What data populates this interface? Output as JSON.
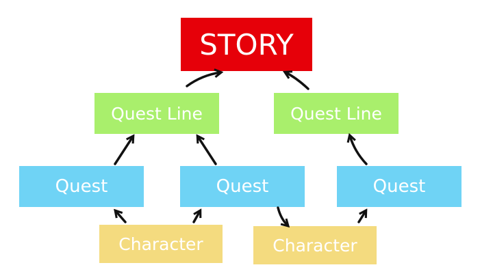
{
  "diagram": {
    "story": {
      "label": "STORY"
    },
    "quest_lines": [
      {
        "label": "Quest Line"
      },
      {
        "label": "Quest Line"
      }
    ],
    "quests": [
      {
        "label": "Quest"
      },
      {
        "label": "Quest"
      },
      {
        "label": "Quest"
      }
    ],
    "characters": [
      {
        "label": "Character"
      },
      {
        "label": "Character"
      }
    ],
    "edges": [
      {
        "from": "quest_lines.0",
        "to": "story"
      },
      {
        "from": "quest_lines.1",
        "to": "story"
      },
      {
        "from": "quests.0",
        "to": "quest_lines.0"
      },
      {
        "from": "quests.1",
        "to": "quest_lines.0"
      },
      {
        "from": "quests.2",
        "to": "quest_lines.1"
      },
      {
        "from": "characters.0",
        "to": "quests.0"
      },
      {
        "from": "characters.0",
        "to": "quests.1"
      },
      {
        "from": "quests.1",
        "to": "characters.1"
      },
      {
        "from": "characters.1",
        "to": "quests.2"
      }
    ],
    "colors": {
      "story": "#e60009",
      "quest_line": "#a9ef6c",
      "quest": "#6fd3f5",
      "character": "#f4db7f",
      "arrow": "#111111"
    }
  }
}
